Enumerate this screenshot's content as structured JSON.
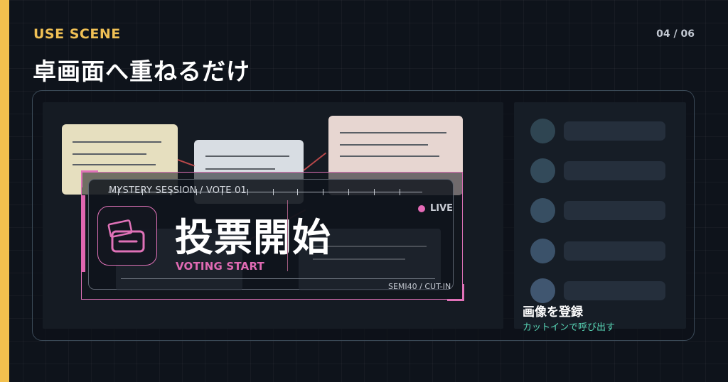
{
  "header": {
    "scene_label": "USE SCENE",
    "page_counter": "04 / 06",
    "title": "卓画面へ重ねるだけ"
  },
  "cutin": {
    "session_label": "MYSTERY SESSION / VOTE 01",
    "live_label": "LIVE",
    "title": "投票開始",
    "subtitle": "VOTING START",
    "tag": "SEMI40 / CUT-IN",
    "icon": "ballot-box-icon",
    "accent_color": "#e072b8"
  },
  "sidebar": {
    "caption": "画像を登録",
    "subcaption": "カットインで呼び出す",
    "players": [
      {
        "avatar_color": "#2f4552"
      },
      {
        "avatar_color": "#334a5a"
      },
      {
        "avatar_color": "#374e62"
      },
      {
        "avatar_color": "#3b526a"
      },
      {
        "avatar_color": "#405670"
      }
    ]
  },
  "board": {
    "notes": [
      {
        "color": "#e6dfbf"
      },
      {
        "color": "#d8dde3"
      },
      {
        "color": "#e7d6d1"
      }
    ]
  },
  "colors": {
    "accent_yellow": "#f2c04e",
    "accent_pink": "#e072b8",
    "accent_teal": "#58d6b6",
    "background": "#0e131b"
  }
}
